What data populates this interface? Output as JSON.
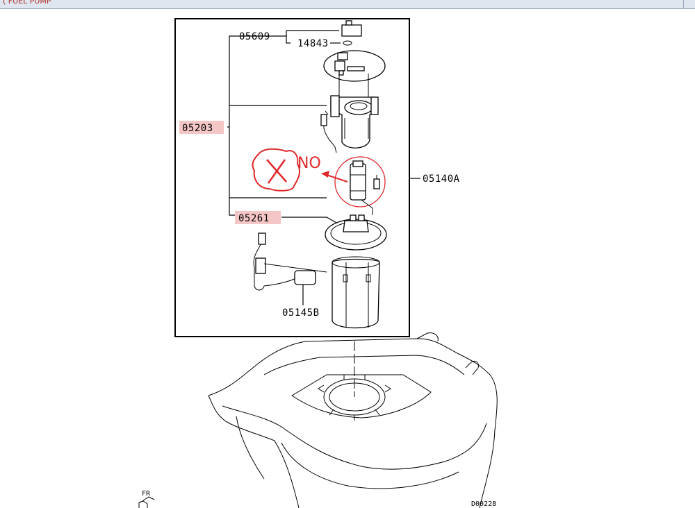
{
  "window": {
    "title_fragment": "( FUEL PUMP"
  },
  "labels": {
    "l05609": "05609",
    "l14843": "14843",
    "l05203": "05203",
    "l05140A": "05140A",
    "l05261": "05261",
    "l05145B": "05145B",
    "fr": "FR",
    "code": "D00228"
  },
  "annotation": {
    "text": "NO",
    "mark": "X",
    "color": "#e0272a"
  },
  "highlight_color": "#f4c6c6"
}
